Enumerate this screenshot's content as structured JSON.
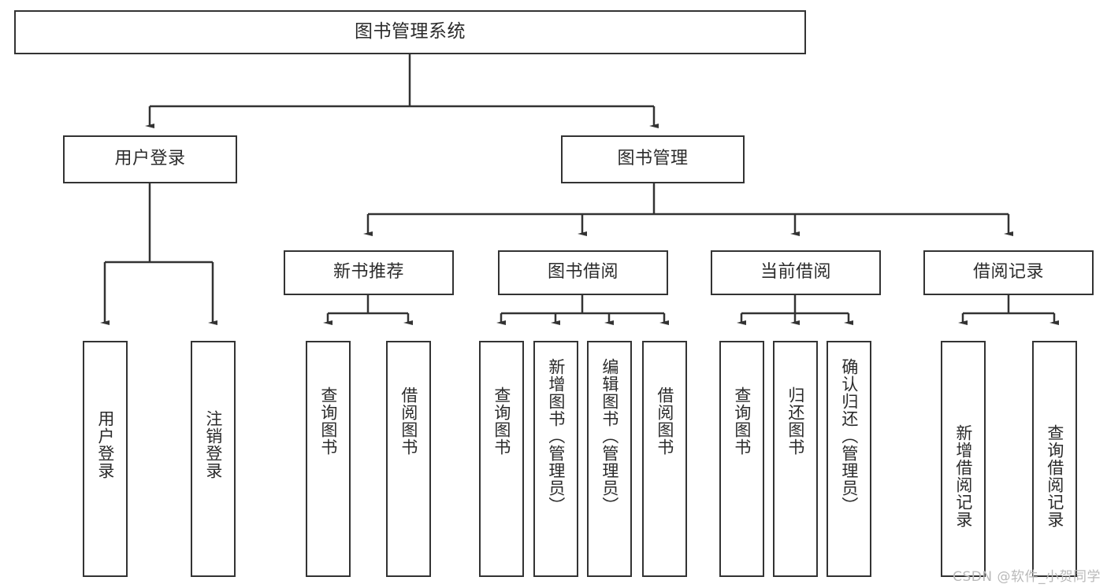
{
  "diagram": {
    "type": "tree-hierarchy",
    "title": "图书管理系统",
    "orientation": "top-down",
    "colors": {
      "box_border": "#333333",
      "box_fill": "#ffffff",
      "text": "#2b2b2b",
      "connector": "#333333",
      "watermark": "#b9b9b9",
      "background": "#ffffff"
    },
    "levels": {
      "level1": {
        "root": {
          "label": "图书管理系统"
        }
      },
      "level2": [
        {
          "label": "用户登录"
        },
        {
          "label": "图书管理"
        }
      ],
      "level3": [
        {
          "label": "新书推荐"
        },
        {
          "label": "图书借阅"
        },
        {
          "label": "当前借阅"
        },
        {
          "label": "借阅记录"
        }
      ],
      "level4": {
        "user_login_children": [
          {
            "label": "用户登录"
          },
          {
            "label": "注销登录"
          }
        ],
        "new_book_children": [
          {
            "label": "查询图书"
          },
          {
            "label": "借阅图书"
          }
        ],
        "book_borrow_children": [
          {
            "label": "查询图书"
          },
          {
            "label": "新增图书（管理员）"
          },
          {
            "label": "编辑图书（管理员）"
          },
          {
            "label": "借阅图书"
          }
        ],
        "current_borrow_children": [
          {
            "label": "查询图书"
          },
          {
            "label": "归还图书"
          },
          {
            "label": "确认归还（管理员）"
          }
        ],
        "borrow_record_children": [
          {
            "label": "新增借阅记录"
          },
          {
            "label": "查询借阅记录"
          }
        ]
      }
    }
  },
  "watermark": {
    "text": "CSDN @软件_小贺同学"
  }
}
